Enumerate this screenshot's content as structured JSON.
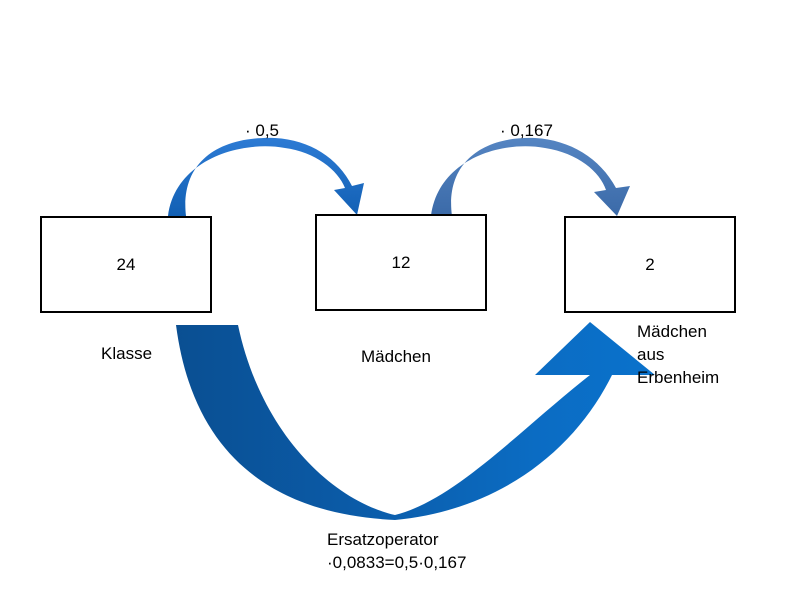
{
  "boxes": [
    {
      "value": "24",
      "label": "Klasse"
    },
    {
      "value": "12",
      "label": "Mädchen"
    },
    {
      "value": "2",
      "label_lines": [
        "Mädchen",
        "aus",
        "Erbenheim"
      ]
    }
  ],
  "operators": {
    "first": "· 0,5",
    "second": "· 0,167",
    "replacement_title": "Ersatzoperator",
    "replacement_formula": "·0,0833=0,5·0,167"
  },
  "colors": {
    "arrow_first": "#1f6fc9",
    "arrow_second": "#4a7ab8",
    "arrow_big_light": "#0b6fc8",
    "arrow_big_dark": "#0a4e8e"
  }
}
